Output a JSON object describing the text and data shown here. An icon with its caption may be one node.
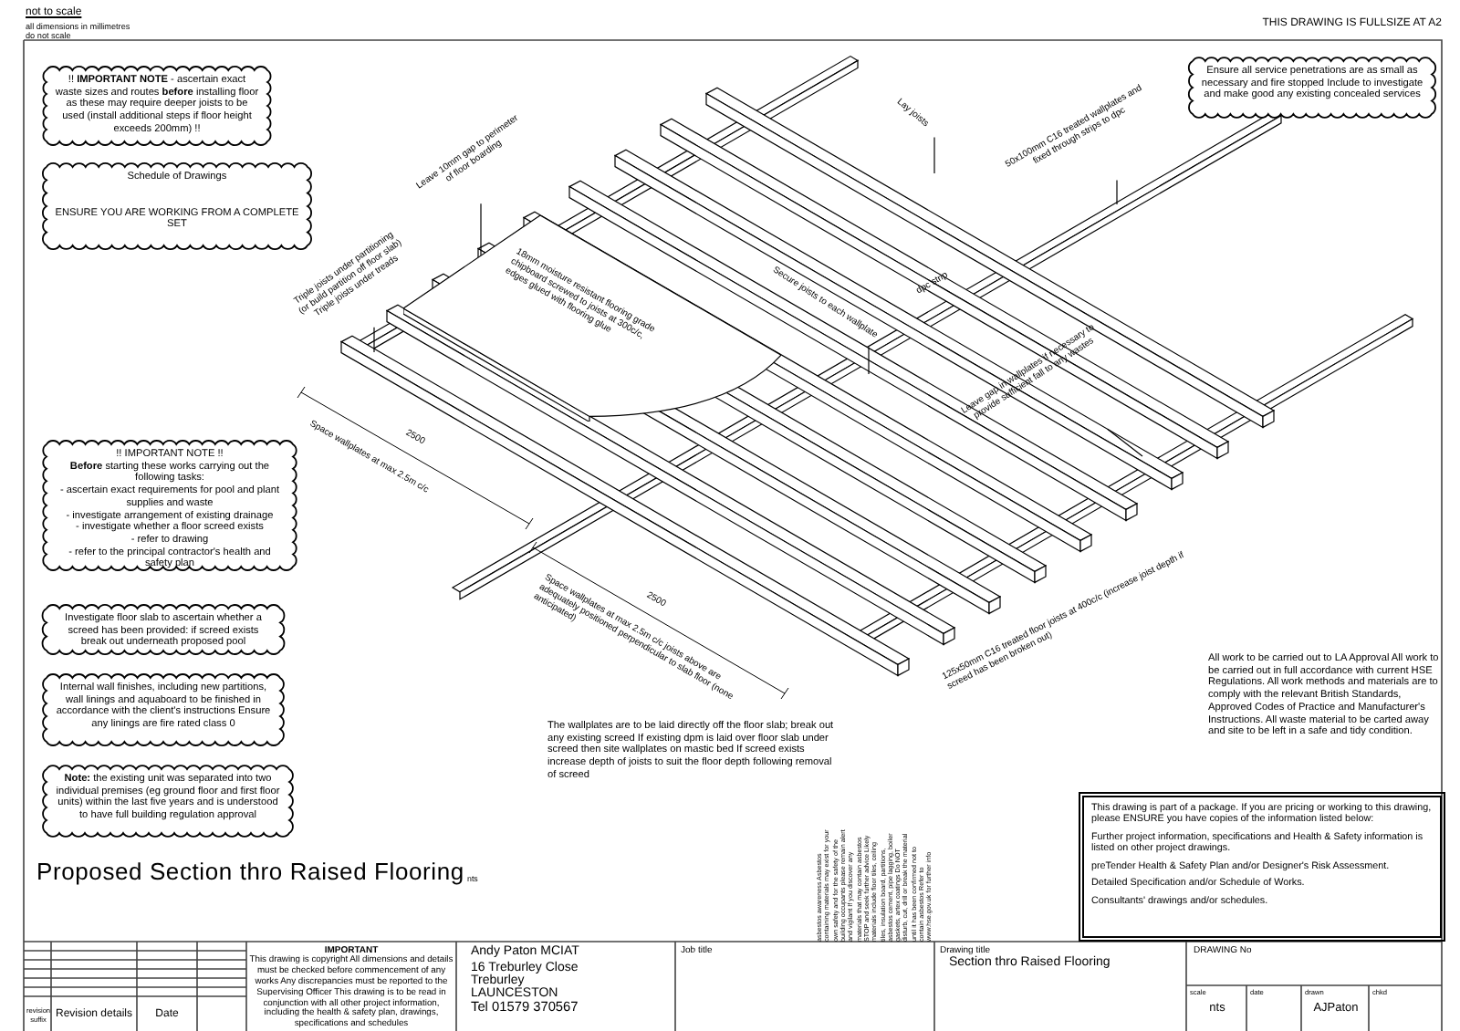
{
  "diagram": {
    "title": "Proposed Section thro Raised Flooring",
    "nodes": [
      {
        "text": [
          "!! **IMPORTANT NOTE** - ascertain exact waste sizes and routes **before** installing floor as these may require deeper joists to be used (install additional steps if floor height exceeds 200mm) !!"
        ]
      },
      {
        "text": [
          "Schedule of Drawings",
          "ENSURE YOU ARE WORKING FROM A COMPLETE SET"
        ]
      },
      {
        "text": [
          "Ensure all service penetrations are as small as necessary and fire stopped Include to investigate and make good any existing concealed services"
        ]
      },
      {
        "text": [
          "!! IMPORTANT NOTE !!",
          "**Before** starting these works carrying out the following tasks:",
          "- ascertain exact requirements for pool and plant supplies and waste",
          "- investigate arrangement of existing drainage",
          "- investigate whether a floor screed exists",
          "- refer to drawing",
          "- refer to the principal contractor's health and safety plan"
        ]
      },
      {
        "text": [
          "Investigate floor slab to ascertain whether a screed has been provided: if screed exists break out underneath proposed pool"
        ]
      },
      {
        "text": [
          "Internal wall finishes, including new partitions, wall linings and aquaboard to be finished in accordance with the client's instructions Ensure any linings are fire rated class 0"
        ]
      },
      {
        "text": [
          "**Note:** the existing unit was separated into two individual premises (eg ground floor and first floor units) within the last five years and is understood to have full building regulation approval"
        ]
      },
      {
        "text": [
          "This drawing is part of a package. If you are pricing or working to this drawing, please ENSURE you have copies of the information listed below:",
          "Further project information, specifications and Health & Safety information is listed on other project drawings.",
          "preTender Health & Safety Plan and/or Designer's Risk Assessment.",
          "Detailed Specification and/or Schedule of Works.",
          "Consultants' drawings and/or schedules."
        ]
      },
      {
        "text": [
          "Leave 10mm gap to perimeter of floor boarding"
        ]
      },
      {
        "text": [
          "Triple joists under partitioning (or build partition off floor slab) Triple joists under treads"
        ]
      },
      {
        "text": [
          "Secure joists to each wallplate"
        ]
      },
      {
        "text": [
          "Lay joists"
        ]
      },
      {
        "text": [
          "50x100mm C16 treated wallplates and fixed through strips to dpc"
        ]
      },
      {
        "text": [
          "Leave gap in wallplates if necessary to provide sufficient fall to any wastes"
        ]
      },
      {
        "text": [
          "18mm moisture resistant flooring grade chipboard screwed to joists at 300c/c, edges glued with flooring glue"
        ]
      }
    ],
    "edges": [
      {
        "from": 8,
        "to": 14,
        "arrow": "none"
      },
      {
        "from": 9,
        "to": null,
        "arrow": "none"
      },
      {
        "from": 10,
        "to": null,
        "arrow": "none"
      },
      {
        "from": 11,
        "to": null,
        "arrow": "none"
      },
      {
        "from": 12,
        "to": null,
        "arrow": "none"
      },
      {
        "from": 13,
        "to": null,
        "arrow": "none"
      }
    ],
    "labels": [
      "not to scale",
      "all dimensions in millimetres",
      "do not scale",
      "THIS DRAWING IS FULLSIZE AT A2",
      "dpc strip",
      "Space wallplates at max 2.5m c/c",
      "2500",
      "2500",
      "Space wallplates at max 2.5m c/c joists above are adequately positioned perpendicular to slab floor (none anticipated)",
      "125x50mm C16 treated floor joists at 400c/c (increase joist depth if screed has been broken out)",
      "nts",
      "The wallplates are to be laid directly off the floor slab; break out any existing screed If existing dpm is laid over floor slab under screed then site wallplates on mastic bed If screed exists increase depth of joists to suit the floor depth following removal of screed",
      "asbestos awareness Asbestos containing materials may exist for your own safety and for the safety of the building occupants please remain alert and vigilant If you discover any materials that may contain asbestos STOP and seek further advice Likely materials include floor tiles, ceiling tiles, insulation board, partitions, asbestos cement, pipe lagging, boiler gaskets, artex coatings Do NOT disturb, cut, drill or break the material until it has been confirmed not to contain asbestos Refer to www.hse.gov.uk for further info",
      "All work to be carried out to LA Approval All work to be carried out in full accordance with current HSE Regulations. All work methods and materials are to comply with the relevant British Standards, Approved Codes of Practice and Manufacturer's Instructions. All waste material to be carted away and site to be left in a safe and tidy condition.",
      "revision suffix",
      "Revision details",
      "Date",
      "IMPORTANT",
      "This drawing is copyright All dimensions and details must be checked before commencement of any works Any discrepancies must be reported to the Supervising Officer This drawing is to be read in conjunction with all other project information, including the health & safety plan, drawings, specifications and schedules",
      "Andy Paton MCIAT",
      "16 Treburley Close",
      "Treburley",
      "LAUNCESTON",
      "Tel 01579 370567",
      "Job title",
      "Drawing title",
      "Section thro Raised Flooring",
      "DRAWING No",
      "scale",
      "nts",
      "date",
      "drawn",
      "AJPaton",
      "chkd"
    ]
  }
}
